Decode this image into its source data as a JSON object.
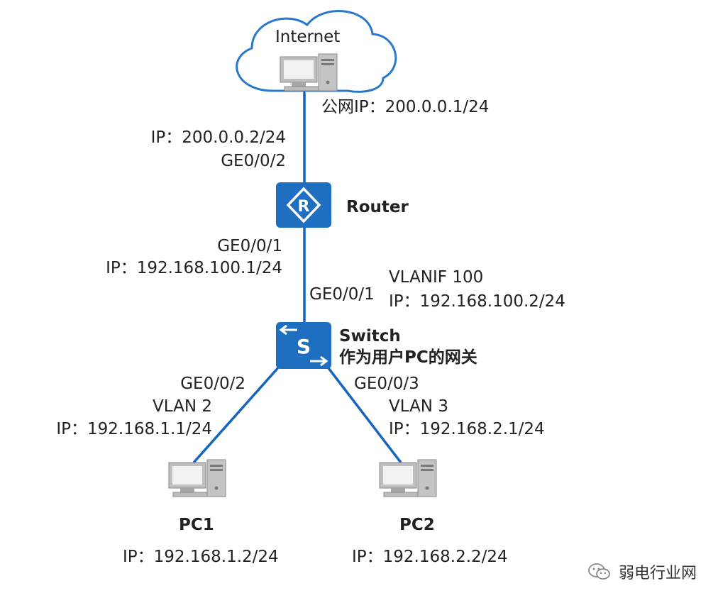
{
  "colors": {
    "link": "#1565c0",
    "device_fill": "#1f6fc1",
    "cloud_stroke": "#2a78c9",
    "pc_body": "#bfbfbf",
    "pc_screen": "#f2f2f2"
  },
  "internet": {
    "label": "Internet",
    "public_ip": "公网IP：200.0.0.1/24",
    "icon": "pc-icon"
  },
  "router": {
    "name": "Router",
    "icon": "router-icon",
    "up_port_ip": "IP：200.0.0.2/24",
    "up_port": "GE0/0/2",
    "down_port": "GE0/0/1",
    "down_port_ip": "IP：192.168.100.1/24"
  },
  "switch": {
    "name": "Switch",
    "role": "作为用户PC的网关",
    "icon": "switch-icon",
    "up_port": "GE0/0/1",
    "vlanif": "VLANIF 100",
    "vlanif_ip": "IP：192.168.100.2/24",
    "left_port": "GE0/0/2",
    "left_vlan": "VLAN 2",
    "left_ip": "IP：192.168.1.1/24",
    "right_port": "GE0/0/3",
    "right_vlan": "VLAN 3",
    "right_ip": "IP：192.168.2.1/24"
  },
  "pc1": {
    "name": "PC1",
    "ip": "IP：192.168.1.2/24",
    "icon": "pc-icon"
  },
  "pc2": {
    "name": "PC2",
    "ip": "IP：192.168.2.2/24",
    "icon": "pc-icon"
  },
  "watermark": {
    "text": "弱电行业网",
    "icon": "wechat-icon"
  }
}
